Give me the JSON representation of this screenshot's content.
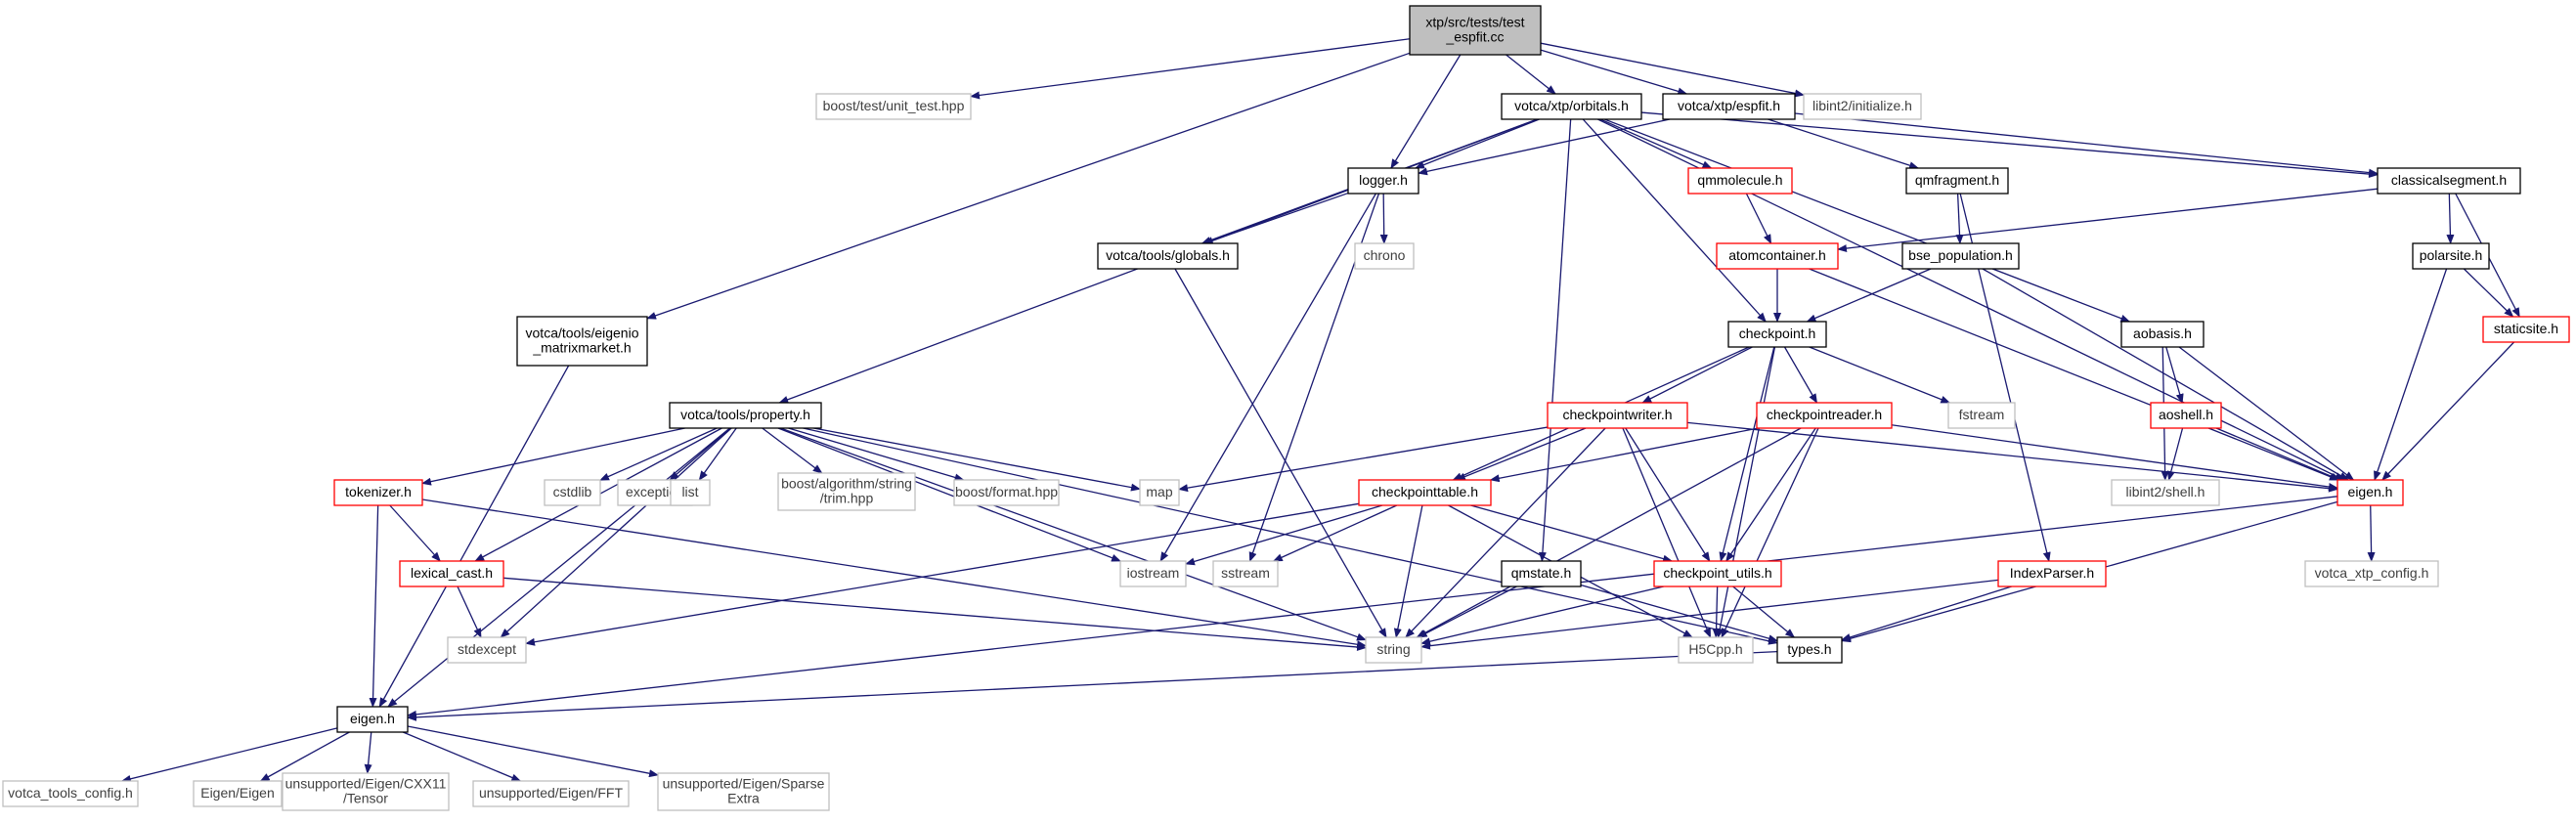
{
  "graph": {
    "styles": {
      "root": {
        "fill": "#bfbfbf",
        "stroke": "#000000",
        "text": "#000000"
      },
      "documented": {
        "fill": "#ffffff",
        "stroke": "#000000",
        "text": "#000000"
      },
      "truncated": {
        "fill": "#ffffff",
        "stroke": "#ff0000",
        "text": "#000000"
      },
      "external": {
        "fill": "#ffffff",
        "stroke": "#bfbfbf",
        "text": "#404040"
      },
      "edge": "#191970"
    },
    "nodes": [
      {
        "id": "root",
        "lines": [
          "xtp/src/tests/test",
          "_espfit.cc"
        ],
        "style": "root"
      },
      {
        "id": "unit_test",
        "lines": [
          "boost/test/unit_test.hpp"
        ],
        "style": "external"
      },
      {
        "id": "orbitals",
        "lines": [
          "votca/xtp/orbitals.h"
        ],
        "style": "documented"
      },
      {
        "id": "espfit",
        "lines": [
          "votca/xtp/espfit.h"
        ],
        "style": "documented"
      },
      {
        "id": "initialize",
        "lines": [
          "libint2/initialize.h"
        ],
        "style": "external"
      },
      {
        "id": "logger",
        "lines": [
          "logger.h"
        ],
        "style": "documented"
      },
      {
        "id": "qmmolecule",
        "lines": [
          "qmmolecule.h"
        ],
        "style": "truncated"
      },
      {
        "id": "qmfragment",
        "lines": [
          "qmfragment.h"
        ],
        "style": "documented"
      },
      {
        "id": "classicalsegment",
        "lines": [
          "classicalsegment.h"
        ],
        "style": "documented"
      },
      {
        "id": "globals",
        "lines": [
          "votca/tools/globals.h"
        ],
        "style": "documented"
      },
      {
        "id": "chrono",
        "lines": [
          "chrono"
        ],
        "style": "external"
      },
      {
        "id": "atomcontainer",
        "lines": [
          "atomcontainer.h"
        ],
        "style": "truncated"
      },
      {
        "id": "bse_population",
        "lines": [
          "bse_population.h"
        ],
        "style": "documented"
      },
      {
        "id": "polarsite",
        "lines": [
          "polarsite.h"
        ],
        "style": "documented"
      },
      {
        "id": "eigenio",
        "lines": [
          "votca/tools/eigenio",
          "_matrixmarket.h"
        ],
        "style": "documented"
      },
      {
        "id": "checkpoint",
        "lines": [
          "checkpoint.h"
        ],
        "style": "documented"
      },
      {
        "id": "aobasis",
        "lines": [
          "aobasis.h"
        ],
        "style": "documented"
      },
      {
        "id": "staticsite",
        "lines": [
          "staticsite.h"
        ],
        "style": "truncated"
      },
      {
        "id": "property",
        "lines": [
          "votca/tools/property.h"
        ],
        "style": "documented"
      },
      {
        "id": "checkpointwriter",
        "lines": [
          "checkpointwriter.h"
        ],
        "style": "truncated"
      },
      {
        "id": "checkpointreader",
        "lines": [
          "checkpointreader.h"
        ],
        "style": "truncated"
      },
      {
        "id": "fstream",
        "lines": [
          "fstream"
        ],
        "style": "external"
      },
      {
        "id": "aoshell",
        "lines": [
          "aoshell.h"
        ],
        "style": "truncated"
      },
      {
        "id": "tokenizer",
        "lines": [
          "tokenizer.h"
        ],
        "style": "truncated"
      },
      {
        "id": "cstdlib",
        "lines": [
          "cstdlib"
        ],
        "style": "external"
      },
      {
        "id": "exception",
        "lines": [
          "exception"
        ],
        "style": "external"
      },
      {
        "id": "list",
        "lines": [
          "list"
        ],
        "style": "external"
      },
      {
        "id": "trim",
        "lines": [
          "boost/algorithm/string",
          "/trim.hpp"
        ],
        "style": "external"
      },
      {
        "id": "format",
        "lines": [
          "boost/format.hpp"
        ],
        "style": "external"
      },
      {
        "id": "map",
        "lines": [
          "map"
        ],
        "style": "external"
      },
      {
        "id": "checkpointtable",
        "lines": [
          "checkpointtable.h"
        ],
        "style": "truncated"
      },
      {
        "id": "shell",
        "lines": [
          "libint2/shell.h"
        ],
        "style": "external"
      },
      {
        "id": "eigen_xtp",
        "lines": [
          "eigen.h"
        ],
        "style": "truncated"
      },
      {
        "id": "lexical_cast",
        "lines": [
          "lexical_cast.h"
        ],
        "style": "truncated"
      },
      {
        "id": "iostream",
        "lines": [
          "iostream"
        ],
        "style": "external"
      },
      {
        "id": "sstream",
        "lines": [
          "sstream"
        ],
        "style": "external"
      },
      {
        "id": "qmstate",
        "lines": [
          "qmstate.h"
        ],
        "style": "documented"
      },
      {
        "id": "checkpoint_utils",
        "lines": [
          "checkpoint_utils.h"
        ],
        "style": "truncated"
      },
      {
        "id": "indexparser",
        "lines": [
          "IndexParser.h"
        ],
        "style": "truncated"
      },
      {
        "id": "votca_xtp_config",
        "lines": [
          "votca_xtp_config.h"
        ],
        "style": "external"
      },
      {
        "id": "stdexcept",
        "lines": [
          "stdexcept"
        ],
        "style": "external"
      },
      {
        "id": "string",
        "lines": [
          "string"
        ],
        "style": "external"
      },
      {
        "id": "h5cpp",
        "lines": [
          "H5Cpp.h"
        ],
        "style": "external"
      },
      {
        "id": "types",
        "lines": [
          "types.h"
        ],
        "style": "documented"
      },
      {
        "id": "eigen_tools",
        "lines": [
          "eigen.h"
        ],
        "style": "documented"
      },
      {
        "id": "votca_tools_config",
        "lines": [
          "votca_tools_config.h"
        ],
        "style": "external"
      },
      {
        "id": "eigen_eigen",
        "lines": [
          "Eigen/Eigen"
        ],
        "style": "external"
      },
      {
        "id": "tensor",
        "lines": [
          "unsupported/Eigen/CXX11",
          "/Tensor"
        ],
        "style": "external"
      },
      {
        "id": "fft",
        "lines": [
          "unsupported/Eigen/FFT"
        ],
        "style": "external"
      },
      {
        "id": "sparse",
        "lines": [
          "unsupported/Eigen/Sparse",
          "Extra"
        ],
        "style": "external"
      }
    ],
    "edges": [
      [
        "root",
        "unit_test"
      ],
      [
        "root",
        "orbitals"
      ],
      [
        "root",
        "espfit"
      ],
      [
        "root",
        "initialize"
      ],
      [
        "root",
        "logger"
      ],
      [
        "root",
        "eigenio"
      ],
      [
        "orbitals",
        "logger"
      ],
      [
        "orbitals",
        "qmmolecule"
      ],
      [
        "orbitals",
        "classicalsegment"
      ],
      [
        "orbitals",
        "globals"
      ],
      [
        "orbitals",
        "checkpoint"
      ],
      [
        "orbitals",
        "aobasis"
      ],
      [
        "orbitals",
        "property"
      ],
      [
        "orbitals",
        "qmstate"
      ],
      [
        "orbitals",
        "eigen_xtp"
      ],
      [
        "espfit",
        "logger"
      ],
      [
        "espfit",
        "qmfragment"
      ],
      [
        "espfit",
        "classicalsegment"
      ],
      [
        "logger",
        "globals"
      ],
      [
        "logger",
        "chrono"
      ],
      [
        "logger",
        "iostream"
      ],
      [
        "logger",
        "sstream"
      ],
      [
        "qmmolecule",
        "atomcontainer"
      ],
      [
        "qmfragment",
        "bse_population"
      ],
      [
        "qmfragment",
        "indexparser"
      ],
      [
        "classicalsegment",
        "atomcontainer"
      ],
      [
        "classicalsegment",
        "polarsite"
      ],
      [
        "classicalsegment",
        "staticsite"
      ],
      [
        "globals",
        "string"
      ],
      [
        "atomcontainer",
        "checkpoint"
      ],
      [
        "atomcontainer",
        "eigen_xtp"
      ],
      [
        "bse_population",
        "checkpoint"
      ],
      [
        "bse_population",
        "eigen_xtp"
      ],
      [
        "polarsite",
        "staticsite"
      ],
      [
        "polarsite",
        "eigen_xtp"
      ],
      [
        "staticsite",
        "eigen_xtp"
      ],
      [
        "eigenio",
        "eigen_tools"
      ],
      [
        "checkpoint",
        "checkpointwriter"
      ],
      [
        "checkpoint",
        "checkpointreader"
      ],
      [
        "checkpoint",
        "fstream"
      ],
      [
        "checkpoint",
        "checkpointtable"
      ],
      [
        "checkpoint",
        "checkpoint_utils"
      ],
      [
        "checkpoint",
        "h5cpp"
      ],
      [
        "aobasis",
        "aoshell"
      ],
      [
        "aobasis",
        "shell"
      ],
      [
        "aobasis",
        "eigen_xtp"
      ],
      [
        "property",
        "tokenizer"
      ],
      [
        "property",
        "cstdlib"
      ],
      [
        "property",
        "exception"
      ],
      [
        "property",
        "list"
      ],
      [
        "property",
        "trim"
      ],
      [
        "property",
        "format"
      ],
      [
        "property",
        "map"
      ],
      [
        "property",
        "lexical_cast"
      ],
      [
        "property",
        "stdexcept"
      ],
      [
        "property",
        "iostream"
      ],
      [
        "property",
        "string"
      ],
      [
        "property",
        "types"
      ],
      [
        "property",
        "eigen_tools"
      ],
      [
        "checkpointwriter",
        "map"
      ],
      [
        "checkpointwriter",
        "checkpointtable"
      ],
      [
        "checkpointwriter",
        "checkpoint_utils"
      ],
      [
        "checkpointwriter",
        "eigen_xtp"
      ],
      [
        "checkpointwriter",
        "string"
      ],
      [
        "checkpointwriter",
        "h5cpp"
      ],
      [
        "checkpointreader",
        "checkpointtable"
      ],
      [
        "checkpointreader",
        "checkpoint_utils"
      ],
      [
        "checkpointreader",
        "eigen_xtp"
      ],
      [
        "checkpointreader",
        "string"
      ],
      [
        "checkpointreader",
        "h5cpp"
      ],
      [
        "aoshell",
        "shell"
      ],
      [
        "aoshell",
        "eigen_xtp"
      ],
      [
        "tokenizer",
        "lexical_cast"
      ],
      [
        "tokenizer",
        "eigen_tools"
      ],
      [
        "tokenizer",
        "string"
      ],
      [
        "checkpointtable",
        "iostream"
      ],
      [
        "checkpointtable",
        "sstream"
      ],
      [
        "checkpointtable",
        "checkpoint_utils"
      ],
      [
        "checkpointtable",
        "stdexcept"
      ],
      [
        "checkpointtable",
        "string"
      ],
      [
        "checkpointtable",
        "h5cpp"
      ],
      [
        "eigen_xtp",
        "votca_xtp_config"
      ],
      [
        "eigen_xtp",
        "types"
      ],
      [
        "eigen_xtp",
        "eigen_tools"
      ],
      [
        "lexical_cast",
        "stdexcept"
      ],
      [
        "lexical_cast",
        "string"
      ],
      [
        "qmstate",
        "string"
      ],
      [
        "qmstate",
        "types"
      ],
      [
        "checkpoint_utils",
        "string"
      ],
      [
        "checkpoint_utils",
        "h5cpp"
      ],
      [
        "checkpoint_utils",
        "types"
      ],
      [
        "indexparser",
        "string"
      ],
      [
        "indexparser",
        "types"
      ],
      [
        "types",
        "eigen_tools"
      ],
      [
        "eigen_tools",
        "votca_tools_config"
      ],
      [
        "eigen_tools",
        "eigen_eigen"
      ],
      [
        "eigen_tools",
        "tensor"
      ],
      [
        "eigen_tools",
        "fft"
      ],
      [
        "eigen_tools",
        "sparse"
      ]
    ]
  }
}
